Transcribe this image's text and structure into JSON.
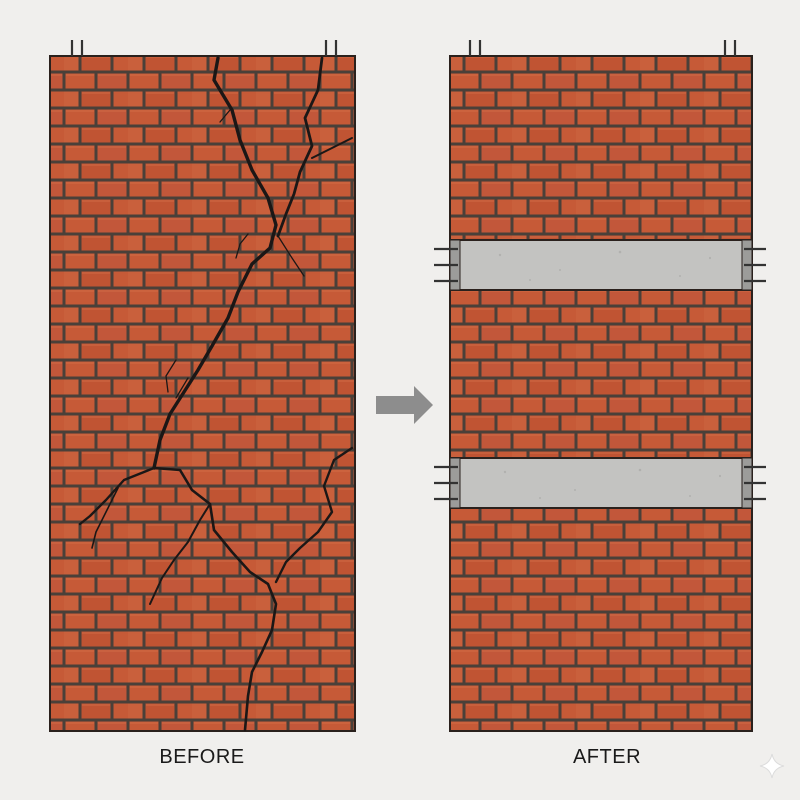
{
  "captions": {
    "before": "BEFORE",
    "after": "AFTER"
  },
  "panels": {
    "before": {
      "state": "cracked masonry wall"
    },
    "after": {
      "state": "reinforced masonry wall",
      "beam_count": 2
    }
  },
  "icons": {
    "transition": "arrow-right-icon",
    "watermark": "sparkle-icon"
  },
  "colors": {
    "background": "#f0efed",
    "brick": "#c65a37",
    "mortar": "#4a4039",
    "crack": "#1b1716",
    "concrete": "#c3c3c1",
    "arrow": "#8d8d8d"
  }
}
